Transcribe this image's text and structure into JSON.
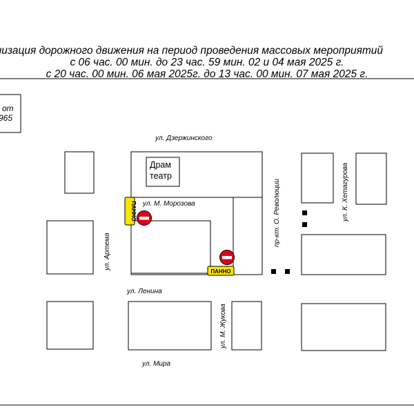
{
  "title": {
    "line1": "Организация дорожного движения на период проведения массовых мероприятий",
    "line2": "с 06 час. 00 мин. до 23 час. 59 мин. 02 и 04 мая 2025 г.",
    "line3": "с 20 час. 00 мин. 06 мая 2025г. до 13 час. 00 мин. 07 мая 2025 г."
  },
  "legend_box": {
    "line1": "от",
    "line2": "965"
  },
  "streets": {
    "dzerzhinskogo": "ул. Дзержинского",
    "morozova": "ул. М. Морозова",
    "artema": "ул. Артема",
    "lenina": "ул. Ленина",
    "zhukova": "ул. М. Жукова",
    "mira": "ул. Мира",
    "revolutsii": "пр-кт. О. Революции",
    "khetagurova": "ул. К. Хетагурова"
  },
  "buildings": {
    "theatre_line1": "Драм",
    "theatre_line2": "театр"
  },
  "signs": {
    "panno_1": "ПАННО",
    "panno_2": "ПАННО",
    "no_entry_icon": "no-entry-icon",
    "panno_color": "#ffe400",
    "no_entry_color": "#e0001b"
  }
}
